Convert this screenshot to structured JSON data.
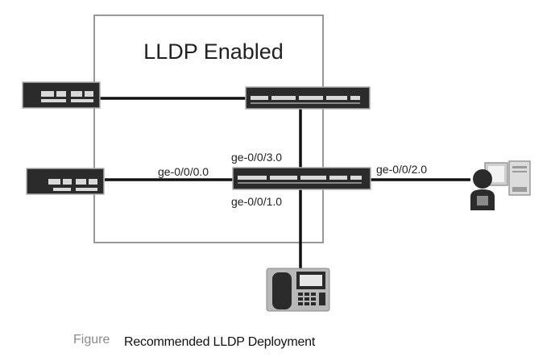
{
  "diagram": {
    "title": "LLDP Enabled",
    "ports": {
      "left_link": "ge-0/0/0.0",
      "top_link": "ge-0/0/3.0",
      "bottom_link": "ge-0/0/1.0",
      "right_link": "ge-0/0/2.0"
    }
  },
  "caption": {
    "tag": "Figure",
    "text": "Recommended LLDP Deployment"
  },
  "colors": {
    "line": "#111111",
    "device_dark": "#2b2b2b",
    "device_light": "#d9d9d9",
    "enclosure": "#777777"
  },
  "icons": {
    "switch_left_top": "edge-switch-icon",
    "switch_left_bottom": "edge-switch-icon",
    "switch_core_top": "rack-switch-icon",
    "switch_core_center": "rack-switch-icon",
    "workstation": "user-workstation-icon",
    "phone": "ip-phone-icon"
  }
}
